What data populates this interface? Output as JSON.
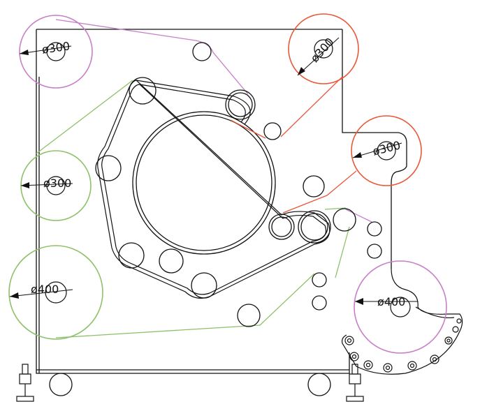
{
  "colors": {
    "frame": "#111111",
    "pink": "#c77fc7",
    "red": "#e8593a",
    "green": "#8fc06a"
  },
  "rolls": [
    {
      "id": "top-left",
      "label": "ø300",
      "color": "pink"
    },
    {
      "id": "top-right",
      "label": "ø300",
      "color": "red"
    },
    {
      "id": "right-middle",
      "label": "ø300",
      "color": "red"
    },
    {
      "id": "left-middle",
      "label": "ø300",
      "color": "green"
    },
    {
      "id": "left-bottom",
      "label": "ø400",
      "color": "green"
    },
    {
      "id": "right-bottom",
      "label": "ø400",
      "color": "pink"
    }
  ]
}
